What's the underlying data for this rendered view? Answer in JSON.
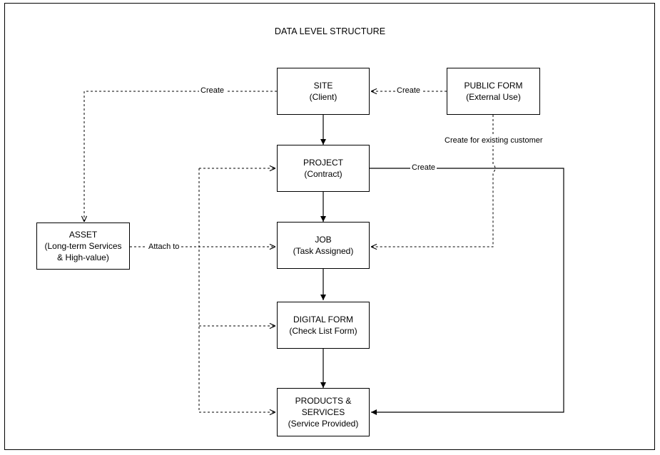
{
  "diagram": {
    "title": "DATA LEVEL STRUCTURE",
    "nodes": {
      "site": {
        "line1": "SITE",
        "line2": "(Client)"
      },
      "public_form": {
        "line1": "PUBLIC FORM",
        "line2": "(External Use)"
      },
      "project": {
        "line1": "PROJECT",
        "line2": "(Contract)"
      },
      "job": {
        "line1": "JOB",
        "line2": "(Task Assigned)"
      },
      "digital_form": {
        "line1": "DIGITAL FORM",
        "line2": "(Check List Form)"
      },
      "products": {
        "line1": "PRODUCTS &",
        "line2": "SERVICES",
        "line3": "(Service Provided)"
      },
      "asset": {
        "line1": "ASSET",
        "line2": "(Long-term Services",
        "line3": "& High-value)"
      }
    },
    "edge_labels": {
      "site_to_asset": "Create",
      "public_to_site": "Create",
      "public_to_job": "Create for existing customer",
      "project_to_products": "Create",
      "asset_attach": "Attach to"
    }
  }
}
